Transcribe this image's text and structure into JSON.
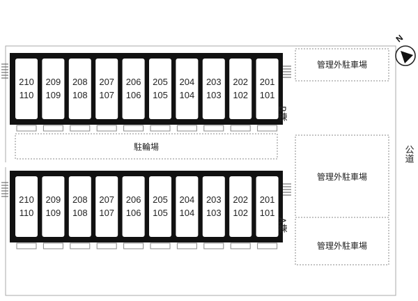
{
  "north_label": "N",
  "road_label": "公道",
  "bicycle_parking_label": "駐輪場",
  "buildings": [
    {
      "id": "B",
      "label": "B棟",
      "units": [
        {
          "upper": "210",
          "lower": "110"
        },
        {
          "upper": "209",
          "lower": "109"
        },
        {
          "upper": "208",
          "lower": "108"
        },
        {
          "upper": "207",
          "lower": "107"
        },
        {
          "upper": "206",
          "lower": "106"
        },
        {
          "upper": "205",
          "lower": "105"
        },
        {
          "upper": "204",
          "lower": "104"
        },
        {
          "upper": "203",
          "lower": "103"
        },
        {
          "upper": "202",
          "lower": "102"
        },
        {
          "upper": "201",
          "lower": "101"
        }
      ]
    },
    {
      "id": "A",
      "label": "A棟",
      "units": [
        {
          "upper": "210",
          "lower": "110"
        },
        {
          "upper": "209",
          "lower": "109"
        },
        {
          "upper": "208",
          "lower": "108"
        },
        {
          "upper": "207",
          "lower": "107"
        },
        {
          "upper": "206",
          "lower": "106"
        },
        {
          "upper": "205",
          "lower": "105"
        },
        {
          "upper": "204",
          "lower": "104"
        },
        {
          "upper": "203",
          "lower": "103"
        },
        {
          "upper": "202",
          "lower": "102"
        },
        {
          "upper": "201",
          "lower": "101"
        }
      ]
    }
  ],
  "parking_areas": [
    {
      "label": "管理外駐車場"
    },
    {
      "label": "管理外駐車場"
    },
    {
      "label": "管理外駐車場"
    }
  ],
  "colors": {
    "building_fill": "#111111",
    "unit_fill": "#ffffff",
    "dashed_line": "#888888",
    "road_line": "#aaaaaa"
  }
}
